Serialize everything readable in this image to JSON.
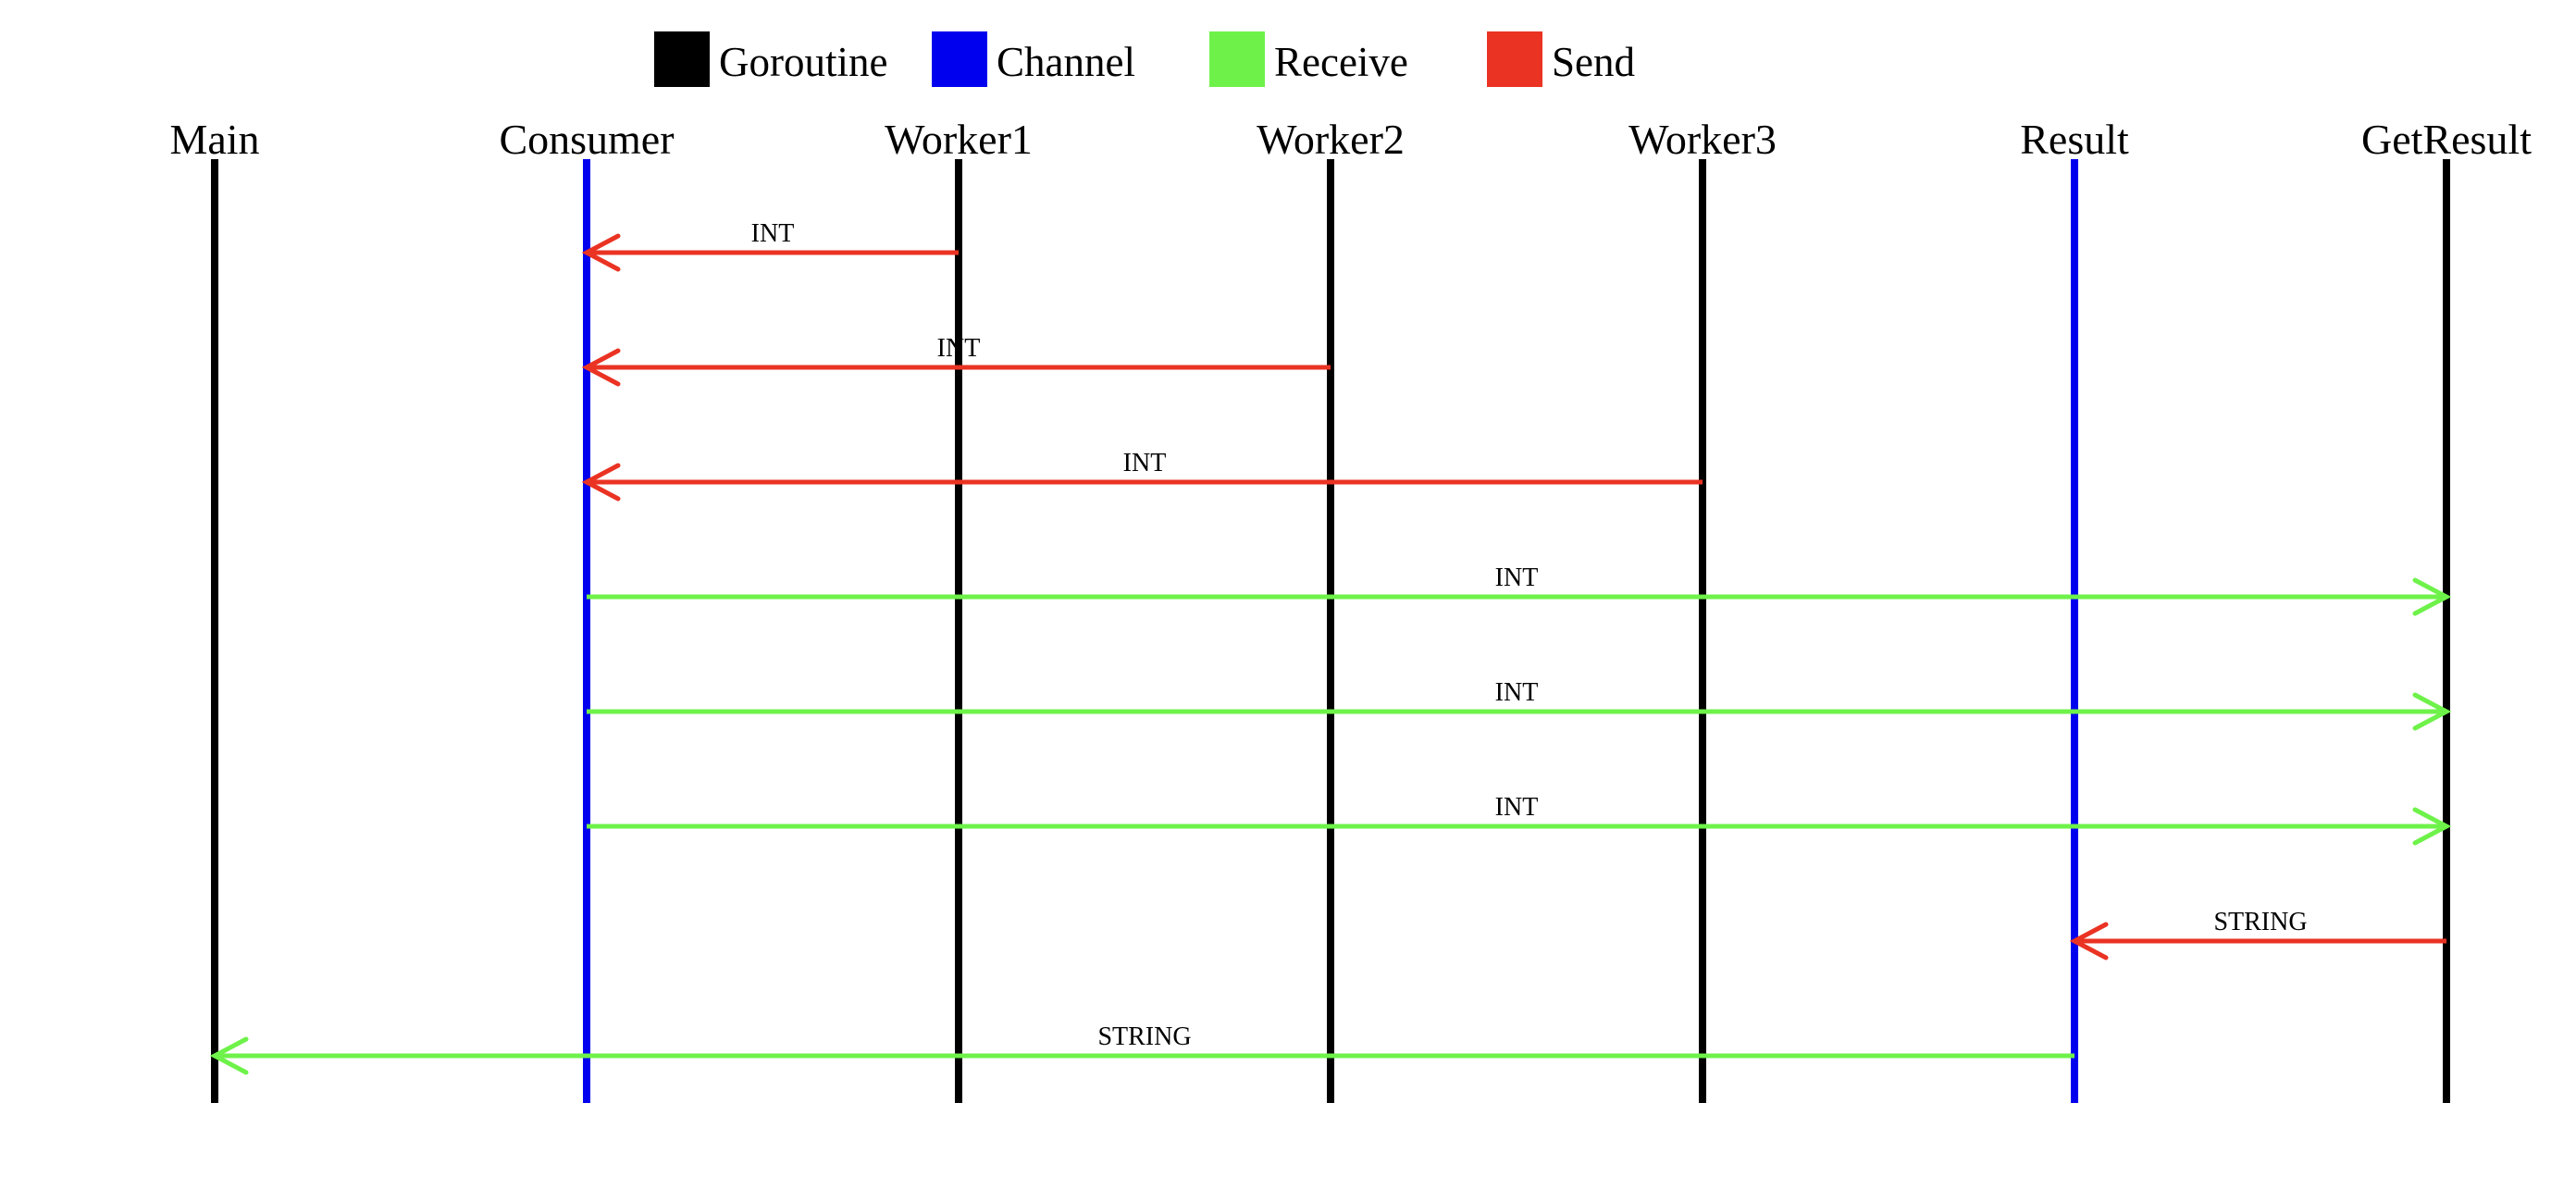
{
  "legend": [
    {
      "label": "Goroutine",
      "color": "#000000"
    },
    {
      "label": "Channel",
      "color": "#0000ee"
    },
    {
      "label": "Receive",
      "color": "#6ef24a"
    },
    {
      "label": "Send",
      "color": "#ea3323"
    }
  ],
  "lanes": [
    {
      "id": "main",
      "label": "Main",
      "kind": "goroutine"
    },
    {
      "id": "consumer",
      "label": "Consumer",
      "kind": "channel"
    },
    {
      "id": "worker1",
      "label": "Worker1",
      "kind": "goroutine"
    },
    {
      "id": "worker2",
      "label": "Worker2",
      "kind": "goroutine"
    },
    {
      "id": "worker3",
      "label": "Worker3",
      "kind": "goroutine"
    },
    {
      "id": "result",
      "label": "Result",
      "kind": "channel"
    },
    {
      "id": "getresult",
      "label": "GetResult",
      "kind": "goroutine"
    }
  ],
  "messages": [
    {
      "from": "worker1",
      "to": "consumer",
      "label": "INT",
      "type": "send"
    },
    {
      "from": "worker2",
      "to": "consumer",
      "label": "INT",
      "type": "send"
    },
    {
      "from": "worker3",
      "to": "consumer",
      "label": "INT",
      "type": "send"
    },
    {
      "from": "consumer",
      "to": "getresult",
      "label": "INT",
      "type": "receive"
    },
    {
      "from": "consumer",
      "to": "getresult",
      "label": "INT",
      "type": "receive"
    },
    {
      "from": "consumer",
      "to": "getresult",
      "label": "INT",
      "type": "receive"
    },
    {
      "from": "getresult",
      "to": "result",
      "label": "STRING",
      "type": "send"
    },
    {
      "from": "result",
      "to": "main",
      "label": "STRING",
      "type": "receive"
    }
  ]
}
